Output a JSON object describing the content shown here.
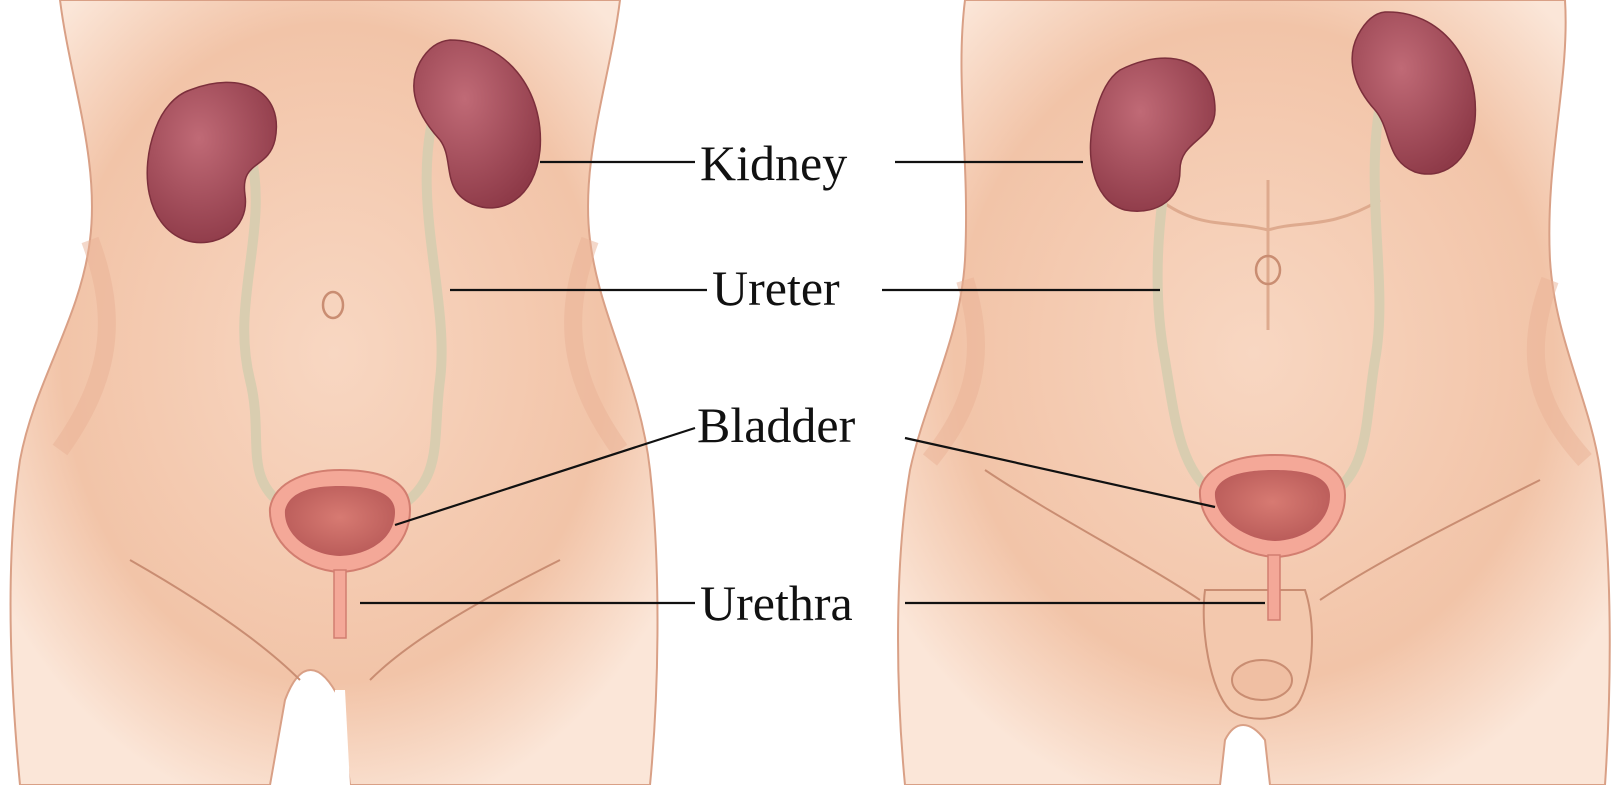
{
  "labels": {
    "kidney": "Kidney",
    "ureter": "Ureter",
    "bladder": "Bladder",
    "urethra": "Urethra"
  },
  "colors": {
    "background": "#ffffff",
    "skin": "#f7d3bc",
    "skin_shadow": "#e8a888",
    "kidney": "#9e4a58",
    "ureter": "#d9cdb0",
    "bladder_wall": "#f4a898",
    "bladder_inner": "#c86a66",
    "leader_line": "#111111",
    "label_text": "#111111"
  }
}
